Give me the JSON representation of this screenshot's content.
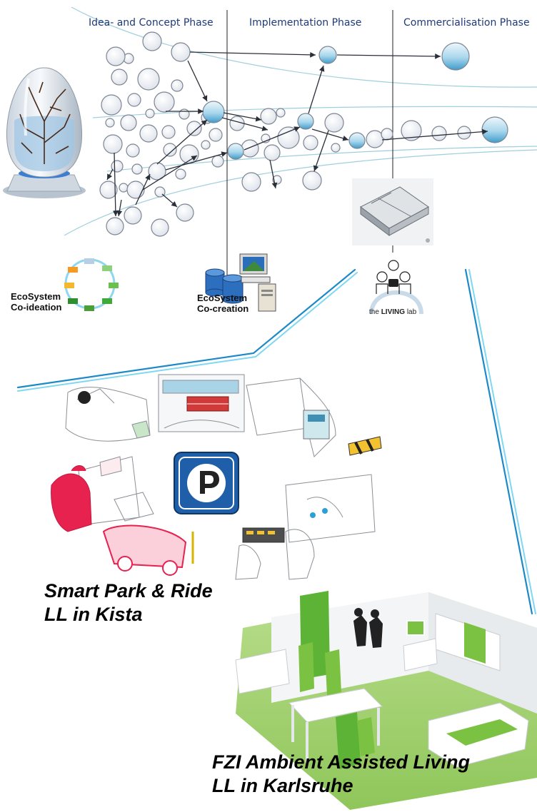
{
  "phases": [
    "Idea- and Concept Phase",
    "Implementation Phase",
    "Commercialisation Phase"
  ],
  "ecosystem_coideation": {
    "line1": "EcoSystem",
    "line2": "Co-ideation"
  },
  "ecosystem_cocreation": {
    "line1": "EcoSystem",
    "line2": "Co-creation"
  },
  "living_lab": {
    "prefix": "the",
    "strong": "LIVING",
    "suffix": "lab"
  },
  "kista": {
    "line1": "Smart Park & Ride",
    "line2": "LL in Kista"
  },
  "karlsruhe": {
    "line1": "FZI Ambient Assisted Living",
    "line2": "LL in Karlsruhe"
  },
  "colors": {
    "phase_text": "#1f3a78",
    "funnel_line": "#9ecfdc",
    "bubble_fill": "#eef1f6",
    "bubble_stroke": "#7d8593",
    "highlight": "#6fb6d9",
    "accent_green": "#7cc242",
    "connector": "#35b7e0",
    "parking_blue": "#1f5ea8",
    "pink": "#e8224f"
  }
}
